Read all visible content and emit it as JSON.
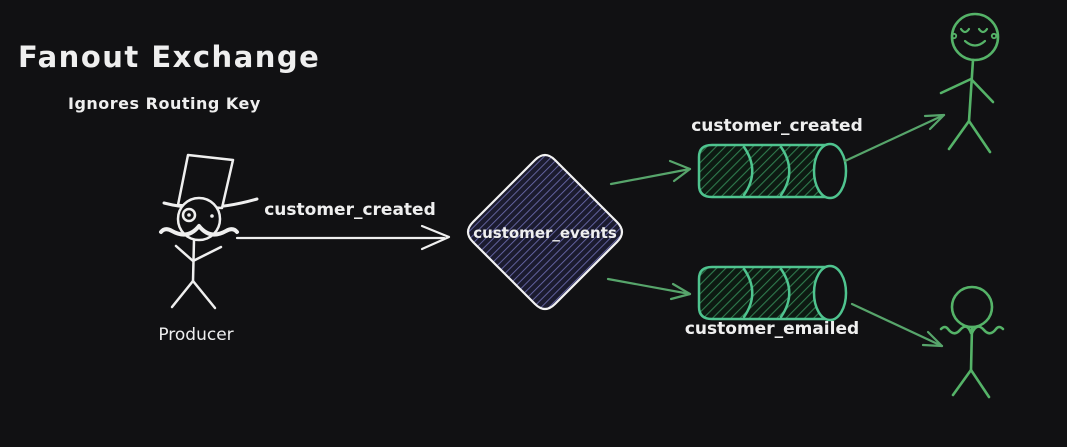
{
  "title": "Fanout Exchange",
  "subtitle": "Ignores Routing Key",
  "producer": {
    "label": "Producer",
    "message_label": "customer_created"
  },
  "exchange": {
    "label": "customer_events"
  },
  "queues": [
    {
      "label": "customer_created"
    },
    {
      "label": "customer_emailed"
    }
  ],
  "colors": {
    "background": "#111113",
    "ink_white": "#efefef",
    "exchange_fill": "#1b1b2f",
    "exchange_hatch": "#6c6cae",
    "queue_outline": "#4fc48f",
    "queue_hatch": "#2f7a4d",
    "queue_fill": "#0d1a12",
    "figure_green": "#55b368",
    "arrow_green": "#57a56b"
  }
}
